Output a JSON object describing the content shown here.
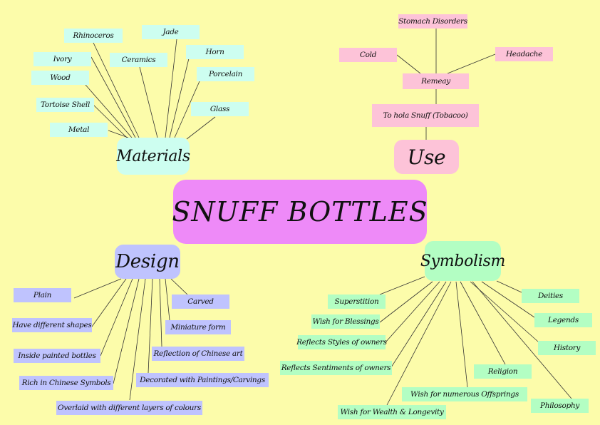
{
  "title": "SNUFF BOTTLES",
  "materials": {
    "label": "Materials",
    "items": [
      "Rhinoceros",
      "Jade",
      "Ivory",
      "Ceramics",
      "Horn",
      "Wood",
      "Porcelain",
      "Tortoise Shell",
      "Glass",
      "Metal"
    ]
  },
  "use": {
    "label": "Use",
    "items": [
      "Stomach Disorders",
      "Cold",
      "Headache",
      "Remeay",
      "To hola Snuff (Tobacoo)"
    ]
  },
  "design": {
    "label": "Design",
    "items": [
      "Plain",
      "Have different shapes",
      "Inside painted bottles",
      "Rich in Chinese Symbols",
      "Overlaid with different layers of colours",
      "Carved",
      "Miniature form",
      "Reflection of Chinese art",
      "Decorated with Paintings/Carvings"
    ]
  },
  "symbolism": {
    "label": "Symbolism",
    "items": [
      "Superstition",
      "Wish for Blessings",
      "Reflects Styles of owners",
      "Reflects Sentiments of owners",
      "Wish for Wealth & Longevity",
      "Wish for numerous Offsprings",
      "Religion",
      "Philosophy",
      "History",
      "Legends",
      "Deities"
    ]
  },
  "colors": {
    "background": "#fcfcaa",
    "center": "#ee8af8",
    "materials": "#cdfef0",
    "use": "#fdc3d8",
    "design": "#bfc3fe",
    "symbolism": "#b3fec3"
  }
}
